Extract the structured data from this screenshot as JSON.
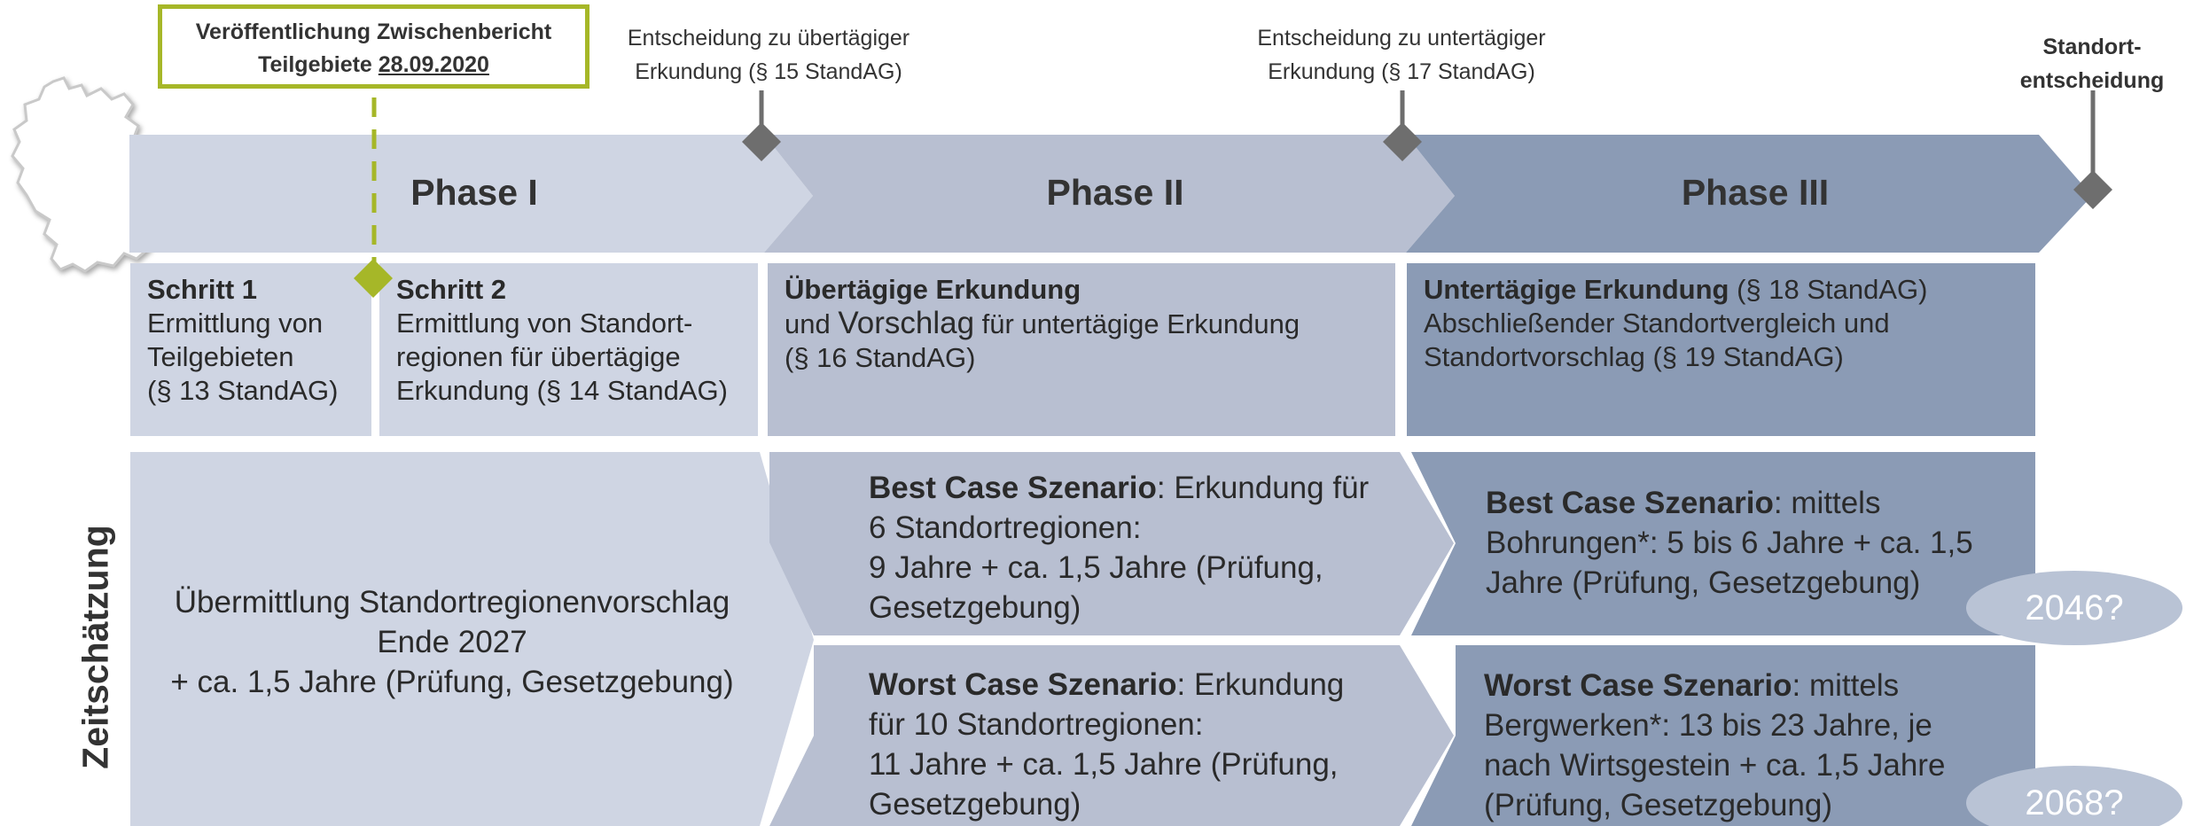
{
  "callout": {
    "line1": "Veröffentlichung Zwischenbericht",
    "line2_prefix": "Teilgebiete ",
    "line2_date": "28.09.2020"
  },
  "milestones": [
    {
      "line1": "Entscheidung zu übertägiger",
      "line2": "Erkundung (§ 15 StandAG)"
    },
    {
      "line1": "Entscheidung zu untertägiger",
      "line2": "Erkundung (§ 17 StandAG)"
    },
    {
      "line1": "Standort-",
      "line2": "entscheidung"
    }
  ],
  "phases": [
    {
      "title": "Phase I"
    },
    {
      "title": "Phase II"
    },
    {
      "title": "Phase III"
    }
  ],
  "steps": {
    "schritt1": {
      "heading": "Schritt 1",
      "lines": [
        "Ermittlung von",
        "Teilgebieten",
        "(§ 13 StandAG)"
      ]
    },
    "schritt2": {
      "heading": "Schritt 2",
      "lines": [
        "Ermittlung von Standort-",
        "regionen für übertägige",
        "Erkundung (§ 14 StandAG)"
      ]
    },
    "phase2": {
      "heading": "Übertägige Erkundung",
      "line2_a": "und ",
      "line2_b": "Vorschlag",
      "line2_c": " für untertägige Erkundung",
      "line3": "(§ 16 StandAG)"
    },
    "phase3": {
      "heading": "Untertägige Erkundung",
      "heading_suffix": " (§ 18 StandAG)",
      "line2": "Abschließender Standortvergleich und",
      "line3": "Standortvorschlag (§ 19 StandAG)"
    }
  },
  "zeitschaetzung": {
    "label": "Zeitschätzung",
    "phase1": {
      "line1": "Übermittlung Standortregionenvorschlag",
      "line2": "Ende 2027",
      "line3": "+ ca. 1,5 Jahre (Prüfung, Gesetzgebung)"
    },
    "phase2_best": {
      "bold": "Best Case Szenario",
      "rest": ": Erkundung für",
      "line2": "6 Standortregionen:",
      "line3": "9 Jahre + ca. 1,5 Jahre (Prüfung,",
      "line4": "Gesetzgebung)"
    },
    "phase2_worst": {
      "bold": "Worst Case Szenario",
      "rest": ": Erkundung",
      "line2": "für 10 Standortregionen:",
      "line3": "11 Jahre + ca. 1,5 Jahre (Prüfung,",
      "line4": "Gesetzgebung)"
    },
    "phase3_best": {
      "bold": "Best Case Szenario",
      "rest": ": mittels",
      "line2": "Bohrungen*: 5 bis 6 Jahre + ca. 1,5",
      "line3": "Jahre (Prüfung, Gesetzgebung)",
      "year": "2046?"
    },
    "phase3_worst": {
      "bold": "Worst Case Szenario",
      "rest": ": mittels",
      "line2": "Bergwerken*: 13 bis 23 Jahre, je",
      "line3": "nach Wirtsgestein + ca. 1,5 Jahre",
      "line4": "(Prüfung, Gesetzgebung)",
      "year": "2068?"
    }
  },
  "colors": {
    "phase1": "#cfd5e3",
    "phase2": "#b8bfd1",
    "phase3": "#8b9bb5",
    "accent": "#a6b728",
    "milestone": "#6e6e6e",
    "year_ellipse": "#b9c3d5"
  },
  "icons": {
    "map": "germany-map-icon",
    "milestone": "diamond-milestone-icon"
  }
}
